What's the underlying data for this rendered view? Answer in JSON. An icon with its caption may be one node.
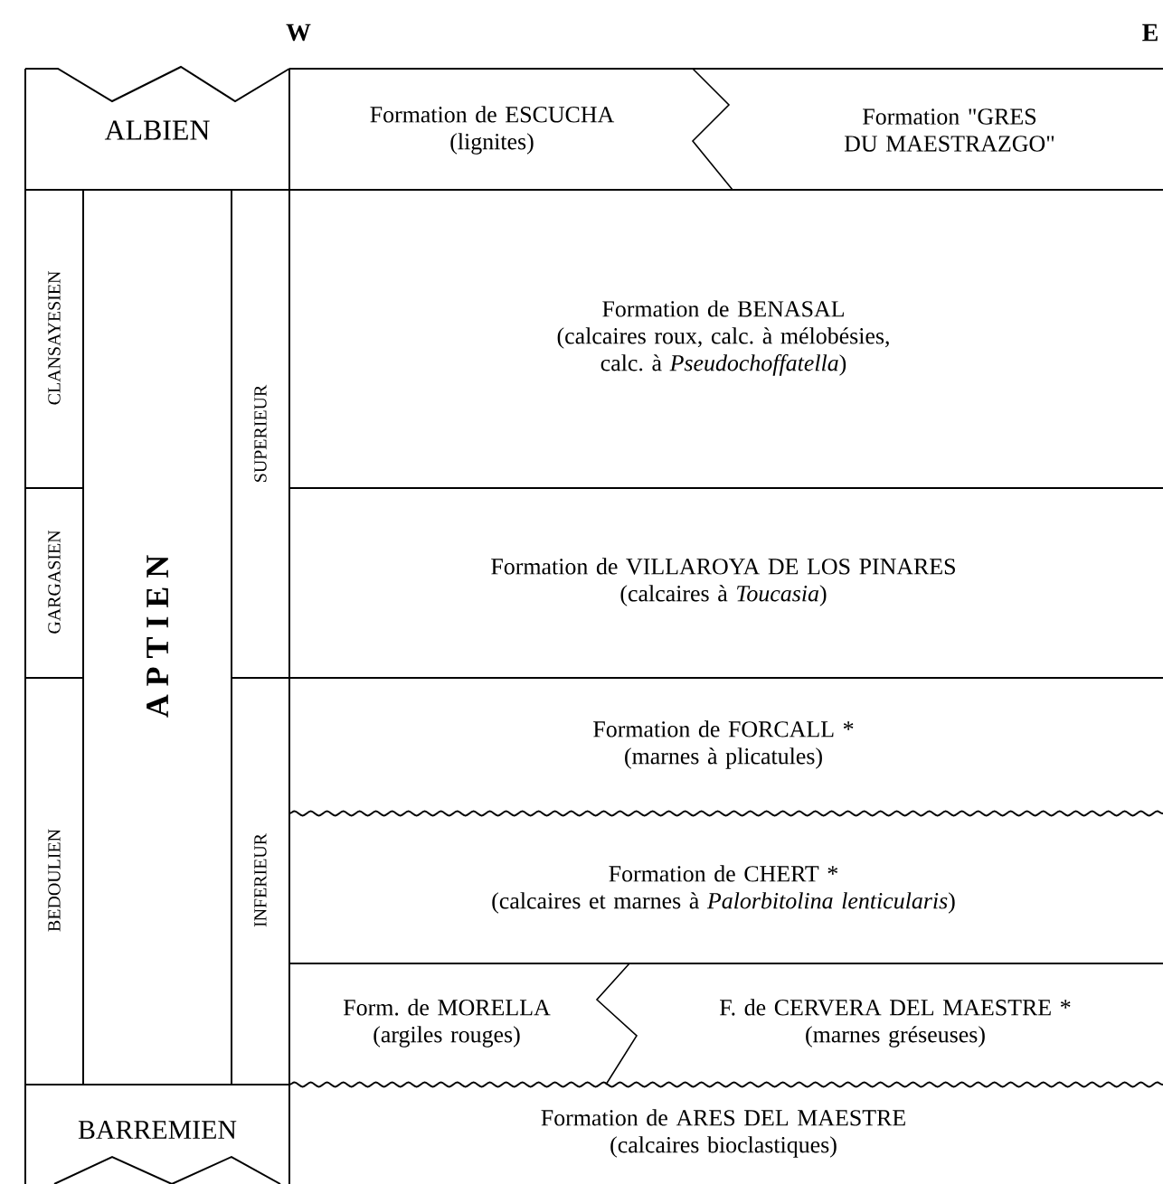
{
  "diagram": {
    "nodes": [
      {
        "text": [
          "ALBIEN"
        ]
      },
      {
        "text": [
          "Formation de ESCUCHA",
          "(lignites)"
        ]
      },
      {
        "text": [
          "Formation \"GRES DU MAESTRAZGO\""
        ]
      },
      {
        "text": [
          "CLANSAYESIEN"
        ]
      },
      {
        "text": [
          "A P T I E N"
        ]
      },
      {
        "text": [
          "SUPERIEUR"
        ]
      },
      {
        "text": [
          "Formation de BENASAL",
          "(calcaires roux, calc. à mélobésies, calc. à *Pseudochoffatella*)"
        ]
      },
      {
        "text": [
          "GARGASIEN"
        ]
      },
      {
        "text": [
          "Formation de VILLAROYA DE LOS PINARES",
          "(calcaires à *Toucasia*)"
        ]
      },
      {
        "text": [
          "BEDOULIEN"
        ]
      },
      {
        "text": [
          "INFERIEUR"
        ]
      },
      {
        "text": [
          "Formation de FORCALL *",
          "(marnes à plicatules)"
        ]
      },
      {
        "text": [
          "Formation de CHERT *",
          "(calcaires et marnes à *Palorbitolina lenticularis*)"
        ]
      },
      {
        "text": [
          "Form. de MORELLA",
          "(argiles rouges)"
        ]
      },
      {
        "text": [
          "F. de CERVERA DEL MAESTRE *",
          "(marnes gréseuses)"
        ]
      },
      {
        "text": [
          "BARREMIEN"
        ]
      },
      {
        "text": [
          "Formation de ARES DEL MAESTRE",
          "(calcaires bioclastiques)"
        ]
      }
    ],
    "labels": [
      "W",
      "E"
    ]
  }
}
